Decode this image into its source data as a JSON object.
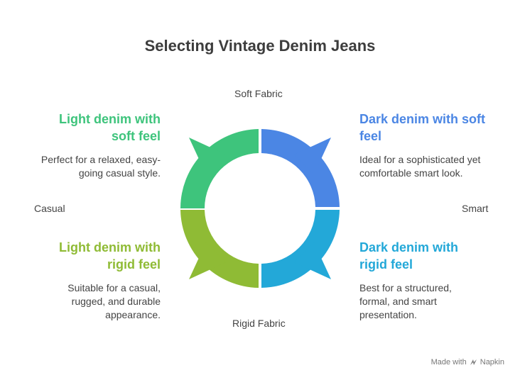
{
  "title": "Selecting Vintage Denim Jeans",
  "axes": {
    "top": "Soft Fabric",
    "bottom": "Rigid Fabric",
    "left": "Casual",
    "right": "Smart"
  },
  "quadrants": {
    "top_left": {
      "heading_line1": "Light denim with",
      "heading_line2": "soft feel",
      "desc_line1": "Perfect for a relaxed, easy-",
      "desc_line2": "going casual style.",
      "color": "#3ec47c"
    },
    "top_right": {
      "heading_line1": "Dark denim with soft",
      "heading_line2": "feel",
      "desc_line1": "Ideal for a sophisticated yet",
      "desc_line2": "comfortable smart look.",
      "color": "#4b86e4"
    },
    "bottom_left": {
      "heading_line1": "Light denim with",
      "heading_line2": "rigid feel",
      "desc_line1": "Suitable for a casual,",
      "desc_line2": "rugged, and durable",
      "desc_line3": "appearance.",
      "color": "#8fbb35"
    },
    "bottom_right": {
      "heading_line1": "Dark denim with",
      "heading_line2": "rigid feel",
      "desc_line1": "Best for a structured,",
      "desc_line2": "formal, and smart",
      "desc_line3": "presentation.",
      "color": "#23a8d8"
    }
  },
  "footer": {
    "made_with": "Made with",
    "brand": "Napkin",
    "brand_icon": "napkin-logo-icon"
  }
}
